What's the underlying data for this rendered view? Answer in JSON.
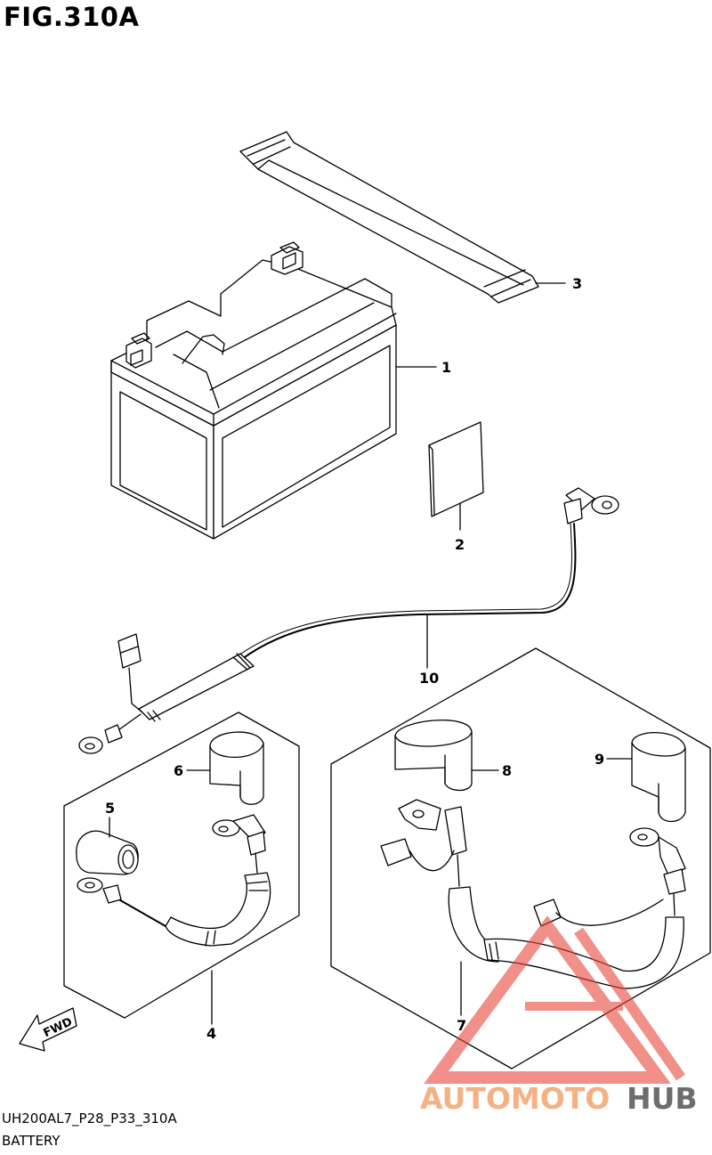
{
  "figure": {
    "title": "FIG.310A"
  },
  "footer": {
    "drawing_code": "UH200AL7_P28_P33_310A",
    "drawing_name": "BATTERY"
  },
  "direction_arrow": {
    "label": "FWD"
  },
  "watermark": {
    "text_a": "AUTOMOTO",
    "text_b": "HUB",
    "color_a": "#f5b183",
    "color_b": "#6d6d6d",
    "logo_color": "#e8453c"
  },
  "callouts": [
    "1",
    "2",
    "3",
    "4",
    "5",
    "6",
    "7",
    "8",
    "9",
    "10"
  ]
}
